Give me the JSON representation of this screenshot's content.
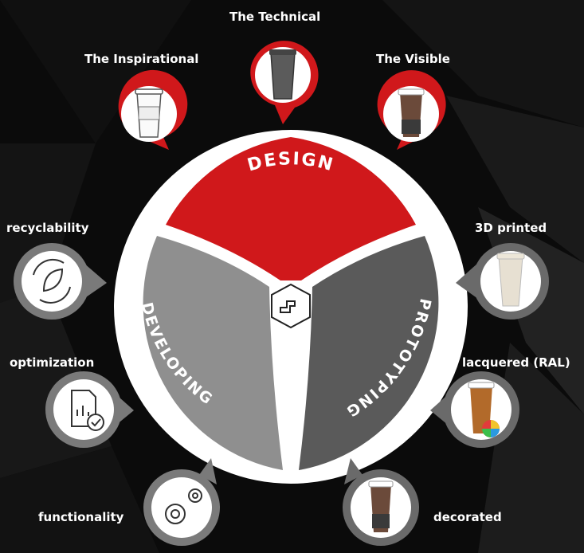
{
  "segments": {
    "design": "DESIGN",
    "developing": "DEVELOPING",
    "prototyping": "PROTOTYPING"
  },
  "design_items": {
    "inspirational": "The Inspirational",
    "technical": "The Technical",
    "visible": "The Visible"
  },
  "developing_items": {
    "recyclability": "recyclability",
    "optimization": "optimization",
    "functionality": "functionality"
  },
  "prototyping_items": {
    "printed": "3D printed",
    "lacquered": "lacquered (RAL)",
    "decorated": "decorated"
  },
  "colors": {
    "design": "#d0181b",
    "developing": "#8f8f8f",
    "prototyping": "#5a5a5a",
    "background": "#0b0b0b"
  },
  "center_icon": "logo-hexagon-icon"
}
